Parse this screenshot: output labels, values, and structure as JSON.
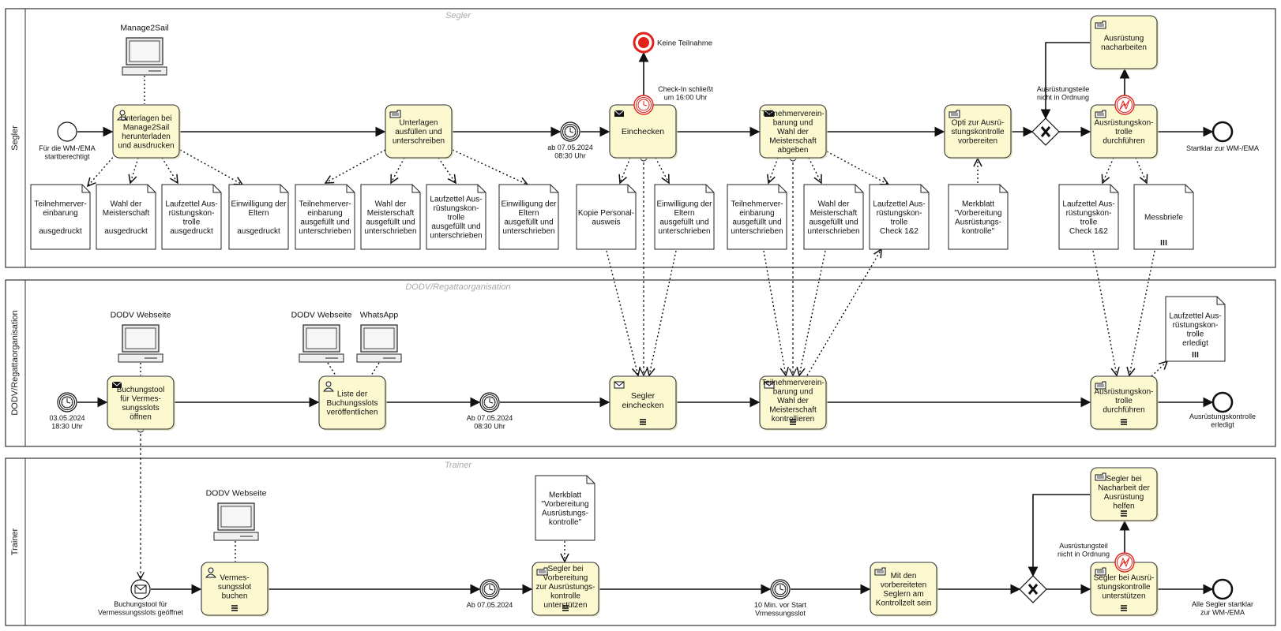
{
  "lanes": {
    "segler": {
      "label": "Segler",
      "title": "Segler"
    },
    "dodv": {
      "label": "DODV/Regattaorganisation",
      "title": "DODV/Regattaorganisation"
    },
    "trainer": {
      "label": "Trainer",
      "title": "Trainer"
    }
  },
  "segler": {
    "system_manage2sail": "Manage2Sail",
    "start_event": [
      "Für die WM-/EMA",
      "startberechtigt"
    ],
    "task_download": [
      "Unterlagen bei",
      "Manage2Sail",
      "herunterladen",
      "und ausdrucken"
    ],
    "task_fill": [
      "Unterlagen",
      "ausfüllen und",
      "unterschreiben"
    ],
    "timer_ab0705": [
      "ab 07.05.2024",
      "08:30 Uhr"
    ],
    "task_checkin": [
      "Einchecken"
    ],
    "boundary_checkin": [
      "Check-In schließt",
      "um 16:00 Uhr"
    ],
    "end_keine": "Keine Teilnahme",
    "task_teilnehmer": [
      "Teilnehmerverein-",
      "barung und",
      "Wahl der",
      "Meisterschaft",
      "abgeben"
    ],
    "task_opti": [
      "Opti zur Ausrü-",
      "stungskontrolle",
      "vorbereiten"
    ],
    "gateway_label": [
      "Ausrüstungsteile",
      "nicht in Ordnung"
    ],
    "task_nacharbeiten": [
      "Ausrüstung",
      "nacharbeiten"
    ],
    "task_kontrolle": [
      "Ausrüstungskon-",
      "trolle",
      "durchführen"
    ],
    "end_startklar": "Startklar zur WM-/EMA",
    "doc1": [
      "Teilnehmerver-",
      "einbarung",
      "",
      "ausgedruckt"
    ],
    "doc2": [
      "Wahl der",
      "Meisterschaft",
      "",
      "ausgedruckt"
    ],
    "doc3": [
      "Laufzettel Aus-",
      "rüstungskon-",
      "trolle",
      "ausgedruckt"
    ],
    "doc4": [
      "Einwilligung der",
      "Eltern",
      "",
      "ausgedruckt"
    ],
    "doc5": [
      "Teilnehmerver-",
      "einbarung",
      "ausgefüllt und",
      "unterschrieben"
    ],
    "doc6": [
      "Wahl der",
      "Meisterschaft",
      "ausgefüllt und",
      "unterschrieben"
    ],
    "doc7": [
      "Laufzettel Aus-",
      "rüstungskon-",
      "trolle",
      "ausgefüllt und",
      "unterschrieben"
    ],
    "doc8": [
      "Einwilligung der",
      "Eltern",
      "ausgefüllt und",
      "unterschrieben"
    ],
    "doc9": [
      "Kopie Personal-",
      "ausweis"
    ],
    "doc10": [
      "Einwilligung der",
      "Eltern",
      "ausgefüllt und",
      "unterschrieben"
    ],
    "doc11": [
      "Teilnehmerver-",
      "einbarung",
      "ausgefüllt und",
      "unterschrieben"
    ],
    "doc12": [
      "Wahl der",
      "Meisterschaft",
      "ausgefüllt und",
      "unterschrieben"
    ],
    "doc13": [
      "Laufzettel Aus-",
      "rüstungskon-",
      "trolle",
      "Check 1&2"
    ],
    "doc14": [
      "Merkblatt",
      "\"Vorbereitung",
      "Ausrüstungs-",
      "kontrolle\""
    ],
    "doc15": [
      "Laufzettel Aus-",
      "rüstungskon-",
      "trolle",
      "Check 1&2"
    ],
    "doc16": [
      "Messbriefe"
    ]
  },
  "dodv": {
    "timer_start": [
      "03.05.2024",
      "18:30 Uhr"
    ],
    "system_web1": "DODV Webseite",
    "task_buchung": [
      "Buchungstool",
      "für Vermes-",
      "sungsslots",
      "öffnen"
    ],
    "system_web2": "DODV Webseite",
    "system_whatsapp": "WhatsApp",
    "task_liste": [
      "Liste der",
      "Buchungsslots",
      "veröffentlichen"
    ],
    "timer_ab0705": [
      "Ab 07.05.2024",
      "08:30 Uhr"
    ],
    "task_einchecken": [
      "Segler",
      "einchecken"
    ],
    "task_kontrollieren": [
      "Teilnehmerverein-",
      "barung und",
      "Wahl der",
      "Meisterschaft",
      "kontrollieren"
    ],
    "task_kontrolle": [
      "Ausrüstungskon-",
      "trolle",
      "durchführen"
    ],
    "doc_laufzettel": [
      "Laufzettel Aus-",
      "rüstungskon-",
      "trolle",
      "erledigt"
    ],
    "end_label": [
      "Ausrüstungskontrolle",
      "erledigt"
    ]
  },
  "trainer": {
    "start_msg": [
      "Buchungstool für",
      "Vermessungsslots geöffnet"
    ],
    "system_web": "DODV Webseite",
    "task_buchen": [
      "Vermes-",
      "sungsslot",
      "buchen"
    ],
    "timer_ab0705": [
      "Ab 07.05.2024"
    ],
    "doc_merkblatt": [
      "Merkblatt",
      "\"Vorbereitung",
      "Ausrüstungs-",
      "kontrolle\""
    ],
    "task_unterstuetzen": [
      "Segler bei",
      "Vorbereitung",
      "zur Ausrüstungs-",
      "kontrolle",
      "unterstützen"
    ],
    "timer_10min": [
      "10 Min. vor Start",
      "Vrmessungsslot"
    ],
    "task_kontrollzelt": [
      "Mit den",
      "vorbereiteten",
      "Seglern am",
      "Kontrollzelt sein"
    ],
    "gateway_label": [
      "Ausrüstungsteil",
      "nicht in Ordnung"
    ],
    "task_nacharbeit": [
      "Segler bei",
      "Nacharbeit der",
      "Ausrüstung",
      "helfen"
    ],
    "task_kontrolle": [
      "Segler bei Ausrü-",
      "stungskontrolle",
      "unterstützen"
    ],
    "end_label": [
      "Alle Segler startklar",
      "zur WM-/EMA"
    ]
  },
  "colors": {
    "task_fill": "#fcf9d0",
    "task_stroke": "#333333",
    "end_red": "#e0221b",
    "lane_line": "#333333"
  }
}
